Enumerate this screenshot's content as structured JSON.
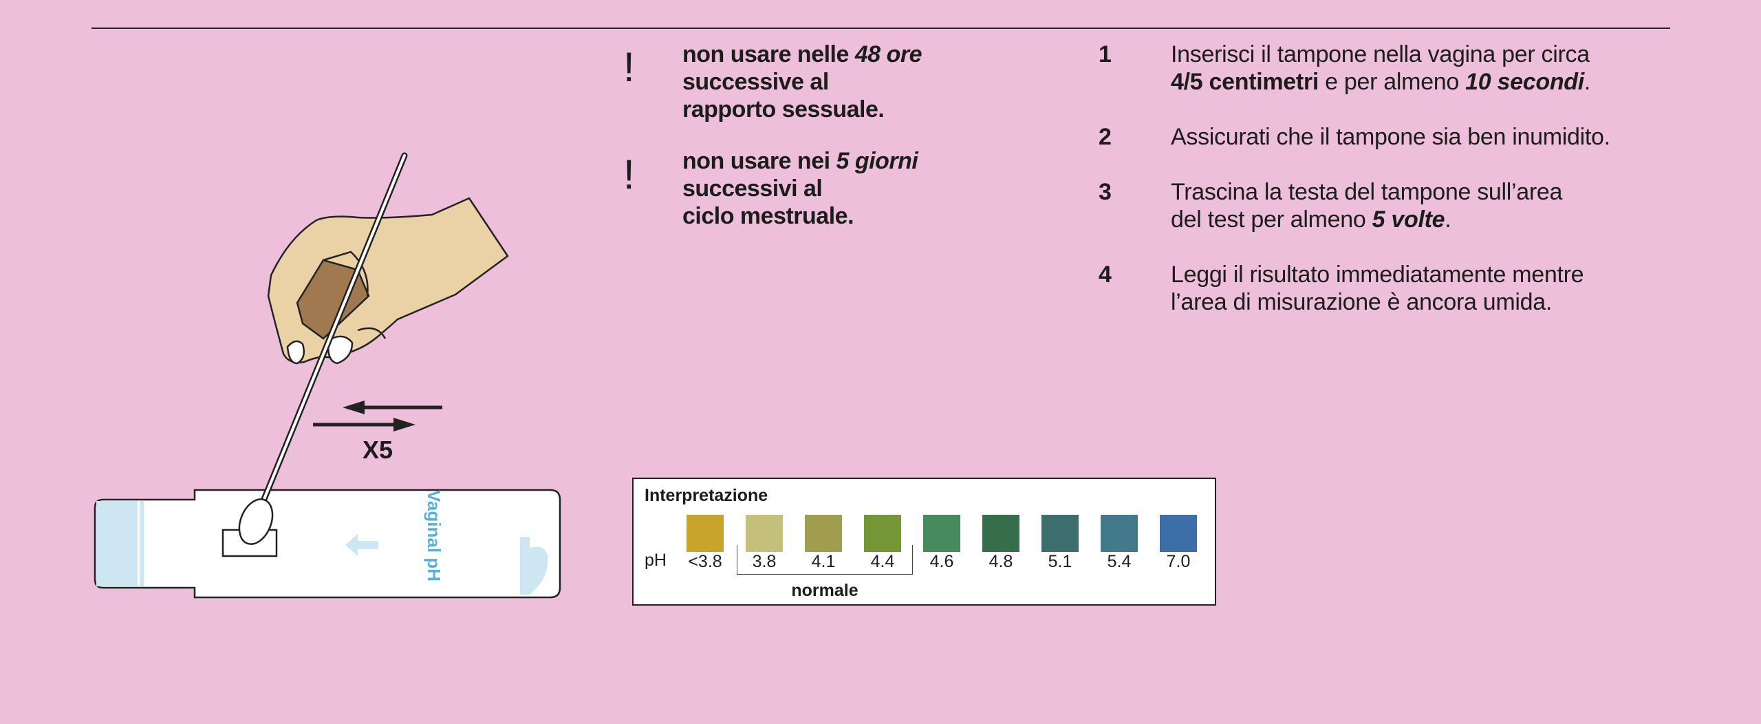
{
  "warnings": [
    {
      "mark": "!",
      "lines": [
        [
          {
            "t": "non usare nelle "
          },
          {
            "t": "48 ore",
            "s": "bi"
          }
        ],
        [
          {
            "t": "successive al"
          }
        ],
        [
          {
            "t": "rapporto sessuale."
          }
        ]
      ]
    },
    {
      "mark": "!",
      "lines": [
        [
          {
            "t": "non usare nei "
          },
          {
            "t": "5 giorni",
            "s": "bi"
          }
        ],
        [
          {
            "t": "successivi al"
          }
        ],
        [
          {
            "t": "ciclo mestruale."
          }
        ]
      ]
    }
  ],
  "steps": [
    {
      "num": "1",
      "lines": [
        [
          {
            "t": "Inserisci il tampone nella vagina per circa"
          }
        ],
        [
          {
            "t": "4/5 centimetri",
            "s": "b"
          },
          {
            "t": " e per almeno "
          },
          {
            "t": "10 secondi",
            "s": "bi"
          },
          {
            "t": "."
          }
        ]
      ]
    },
    {
      "num": "2",
      "lines": [
        [
          {
            "t": "Assicurati che il tampone sia ben inumidito."
          }
        ]
      ]
    },
    {
      "num": "3",
      "lines": [
        [
          {
            "t": "Trascina la testa del tampone sull’area"
          }
        ],
        [
          {
            "t": "del test per almeno "
          },
          {
            "t": "5 volte",
            "s": "bi"
          },
          {
            "t": "."
          }
        ]
      ]
    },
    {
      "num": "4",
      "lines": [
        [
          {
            "t": "Leggi il risultato immediatamente mentre"
          }
        ],
        [
          {
            "t": "l’area di misurazione è ancora umida."
          }
        ]
      ]
    }
  ],
  "illustration": {
    "repeat_label": "X5",
    "strip_label": "Vaginal pH"
  },
  "ph_table": {
    "title": "Interpretazione",
    "row_label": "pH",
    "values": [
      "<3.8",
      "3.8",
      "4.1",
      "4.4",
      "4.6",
      "4.8",
      "5.1",
      "5.4",
      "7.0"
    ],
    "colors": [
      "#c9a42c",
      "#c4c07c",
      "#a09e4e",
      "#749636",
      "#478a5e",
      "#366e4c",
      "#3b6e6c",
      "#427a8c",
      "#3d6ea8"
    ],
    "normal_label": "normale"
  },
  "colors": {
    "background": "#edbfdb",
    "hand": "#ebd1a6",
    "strip_accent": "#cde7f2",
    "brand": "#5ab0dc"
  }
}
